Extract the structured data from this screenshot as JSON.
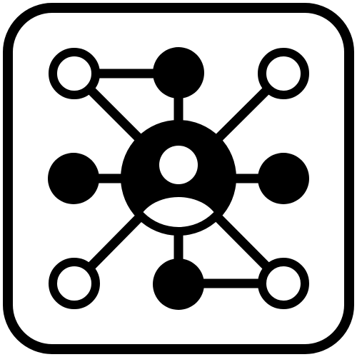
{
  "icon": {
    "name": "user-network-icon",
    "stroke_color": "#000000",
    "fill_color": "#000000",
    "background_color": "#ffffff",
    "frame": "rounded-square",
    "nodes": [
      {
        "id": "top-left",
        "style": "hollow"
      },
      {
        "id": "top-center",
        "style": "filled"
      },
      {
        "id": "top-right",
        "style": "hollow"
      },
      {
        "id": "middle-left",
        "style": "filled"
      },
      {
        "id": "middle-right",
        "style": "filled"
      },
      {
        "id": "bottom-left",
        "style": "hollow"
      },
      {
        "id": "bottom-center",
        "style": "filled"
      },
      {
        "id": "bottom-right",
        "style": "hollow"
      }
    ]
  }
}
